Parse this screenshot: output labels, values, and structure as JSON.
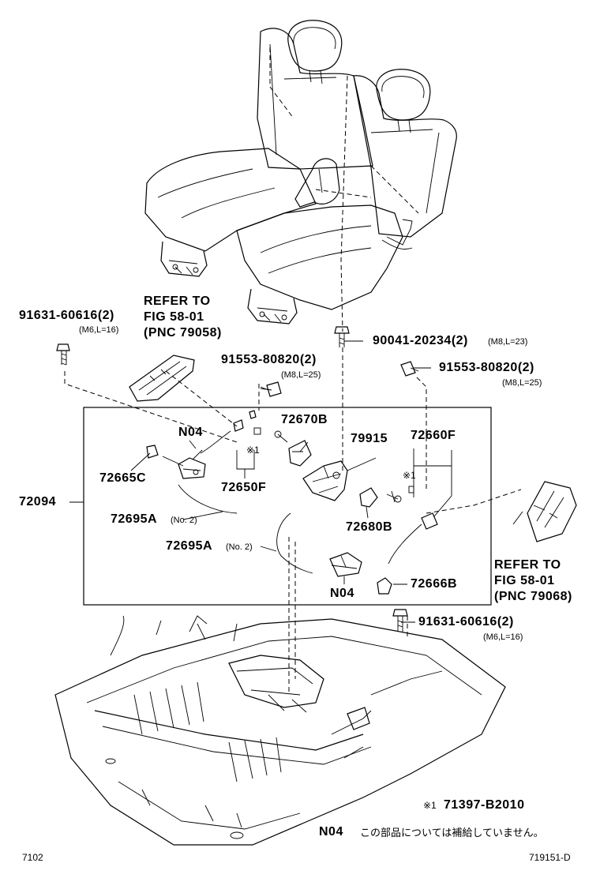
{
  "labels": {
    "p91631_top": "91631-60616(2)",
    "p91631_top_spec": "(M6,L=16)",
    "refer_left_1": "REFER TO",
    "refer_left_2": "FIG 58-01",
    "refer_left_3": "(PNC 79058)",
    "p90041": "90041-20234(2)",
    "p90041_spec": "(M8,L=23)",
    "p91553_mid": "91553-80820(2)",
    "p91553_mid_spec": "(M8,L=25)",
    "p91553_right": "91553-80820(2)",
    "p91553_right_spec": "(M8,L=25)",
    "n04_top": "N04",
    "p72670b": "72670B",
    "p79915": "79915",
    "p72660f": "72660F",
    "note_mark_1": "※1",
    "note_mark_2": "※1",
    "p72665c": "72665C",
    "p72650f": "72650F",
    "p72094": "72094",
    "p72695a_1": "72695A",
    "p72695a_1_spec": "(No. 2)",
    "p72695a_2": "72695A",
    "p72695a_2_spec": "(No. 2)",
    "p72680b": "72680B",
    "n04_bottom": "N04",
    "p72666b": "72666B",
    "refer_right_1": "REFER TO",
    "refer_right_2": "FIG 58-01",
    "refer_right_3": "(PNC 79068)",
    "p91631_bottom": "91631-60616(2)",
    "p91631_bottom_spec": "(M6,L=16)"
  },
  "footnotes": {
    "note1_mark": "※1",
    "note1_part": "71397-B2010",
    "n04_code": "N04",
    "n04_text": "この部品については補給していません。",
    "page_left": "7102",
    "page_right": "719151-D"
  }
}
